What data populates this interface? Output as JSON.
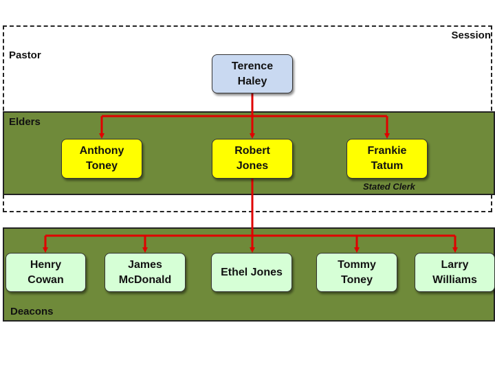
{
  "session": {
    "label": "Session"
  },
  "pastor": {
    "section_label": "Pastor",
    "name": "Terence\nHaley"
  },
  "elders": {
    "section_label": "Elders",
    "members": [
      {
        "name": "Anthony\nToney"
      },
      {
        "name": "Robert\nJones"
      },
      {
        "name": "Frankie\nTatum",
        "note": "Stated Clerk"
      }
    ]
  },
  "deacons": {
    "section_label": "Deacons",
    "members": [
      {
        "name": "Henry\nCowan"
      },
      {
        "name": "James\nMcDonald"
      },
      {
        "name": "Ethel Jones"
      },
      {
        "name": "Tommy\nToney"
      },
      {
        "name": "Larry\nWilliams"
      }
    ]
  },
  "colors": {
    "band": "#6f8a3a",
    "connector": "#e00000",
    "pastor_box": "#c9d9f1",
    "elder_box": "#ffff00",
    "deacon_box": "#d6ffd6"
  }
}
